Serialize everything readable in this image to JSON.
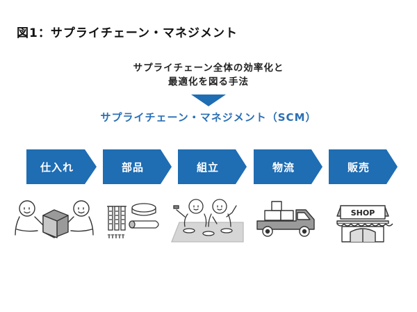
{
  "figure": {
    "title": "図1：サプライチェーン・マネジメント",
    "lead_line1": "サプライチェーン全体の効率化と",
    "lead_line2": "最適化を図る手法",
    "scm_label": "サプライチェーン・マネジメント（SCM）",
    "steps": [
      {
        "label": "仕入れ",
        "icon": "handover-icon"
      },
      {
        "label": "部品",
        "icon": "parts-icon"
      },
      {
        "label": "組立",
        "icon": "assembly-icon"
      },
      {
        "label": "物流",
        "icon": "truck-icon"
      },
      {
        "label": "販売",
        "icon": "shop-icon"
      }
    ],
    "shop_sign": "SHOP",
    "colors": {
      "step_blue": "#1f6db3",
      "scm_text": "#2a6fb5",
      "line": "#333333"
    }
  }
}
